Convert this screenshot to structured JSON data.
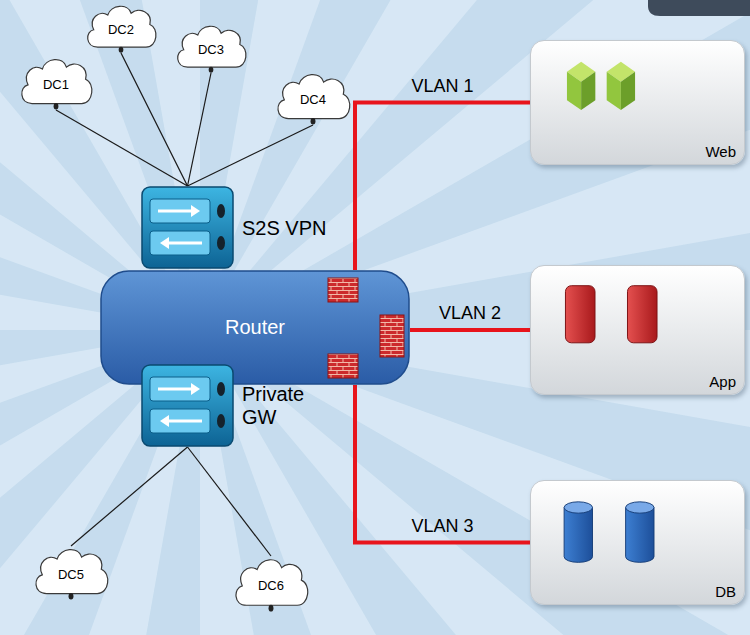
{
  "diagram": {
    "nodes": [
      {
        "text": [
          "DC1"
        ]
      },
      {
        "text": [
          "DC2"
        ]
      },
      {
        "text": [
          "DC3"
        ]
      },
      {
        "text": [
          "DC4"
        ]
      },
      {
        "text": [
          "S2S VPN"
        ]
      },
      {
        "text": [
          "Router"
        ]
      },
      {
        "text": [
          "Private GW"
        ]
      },
      {
        "text": [
          "DC5"
        ]
      },
      {
        "text": [
          "DC6"
        ]
      },
      {
        "text": [
          "Web"
        ]
      },
      {
        "text": [
          "App"
        ]
      },
      {
        "text": [
          "DB"
        ]
      }
    ],
    "edges": [
      {
        "from": 0,
        "to": 4,
        "arrow": "none"
      },
      {
        "from": 1,
        "to": 4,
        "arrow": "none"
      },
      {
        "from": 2,
        "to": 4,
        "arrow": "none"
      },
      {
        "from": 3,
        "to": 4,
        "arrow": "none"
      },
      {
        "from": 6,
        "to": 7,
        "arrow": "none"
      },
      {
        "from": 6,
        "to": 8,
        "arrow": "none"
      },
      {
        "from": 5,
        "to": 9,
        "label": "VLAN 1",
        "arrow": "none"
      },
      {
        "from": 5,
        "to": 10,
        "label": "VLAN 2",
        "arrow": "none"
      },
      {
        "from": 5,
        "to": 11,
        "label": "VLAN 3",
        "arrow": "none"
      }
    ]
  }
}
